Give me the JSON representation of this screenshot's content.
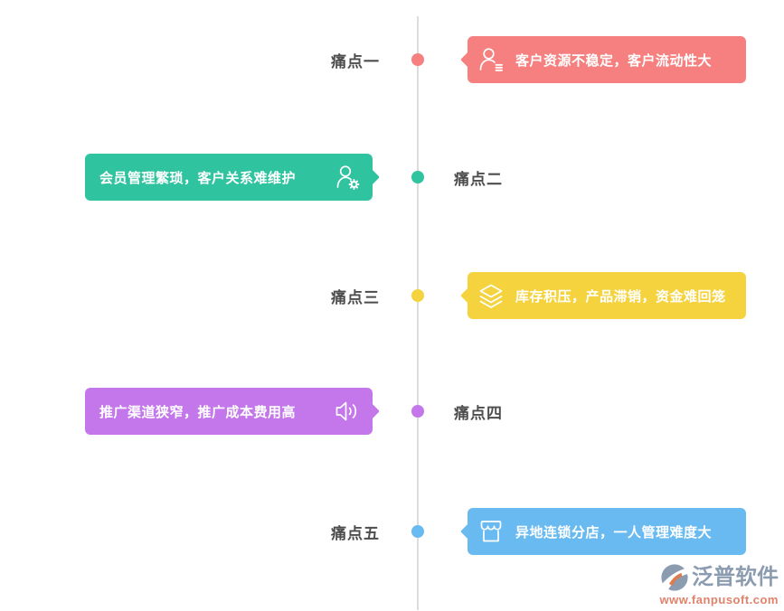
{
  "timeline": {
    "line_color": "#DCDCDC",
    "label_color": "#4D4D4D",
    "items": [
      {
        "label": "痛点一",
        "text": "客户资源不稳定，客户流动性大",
        "side": "right",
        "color": "#F5807F",
        "icon": "user-contact-icon"
      },
      {
        "label": "痛点二",
        "text": "会员管理繁琐，客户关系难维护",
        "side": "left",
        "color": "#2FC3A0",
        "icon": "user-gear-icon"
      },
      {
        "label": "痛点三",
        "text": "库存积压，产品滞销，资金难回笼",
        "side": "right",
        "color": "#F5D33F",
        "icon": "layers-icon"
      },
      {
        "label": "痛点四",
        "text": "推广渠道狭窄，推广成本费用高",
        "side": "left",
        "color": "#C377EA",
        "icon": "speaker-icon"
      },
      {
        "label": "痛点五",
        "text": "异地连锁分店，一人管理难度大",
        "side": "right",
        "color": "#68BAF1",
        "icon": "storefront-icon"
      }
    ]
  },
  "logo": {
    "name": "泛普软件",
    "url": "www.fanpusoft.com",
    "name_color": "#8C9CB0",
    "url_color": "#E0826A"
  }
}
